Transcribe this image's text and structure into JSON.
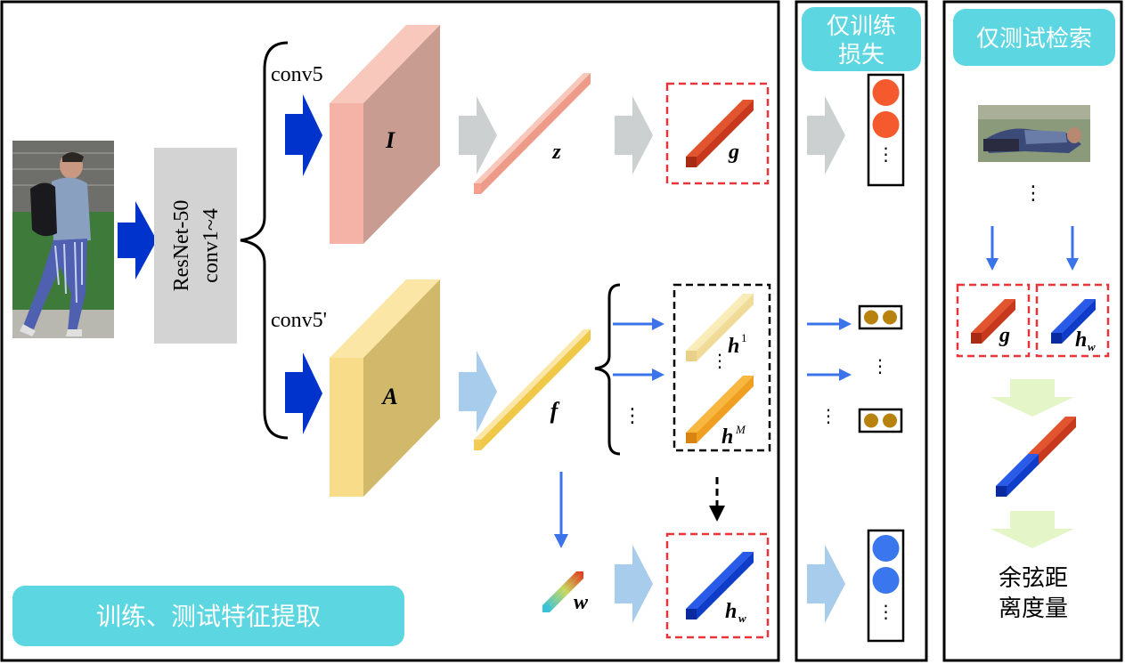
{
  "panels": {
    "extraction_label": "训练、测试特征提取",
    "loss_label_line1": "仅训练",
    "loss_label_line2": "损失",
    "retrieval_label": "仅测试检索"
  },
  "backbone": {
    "line1": "ResNet-50",
    "line2": "conv1~4"
  },
  "branches": {
    "top": "conv5",
    "bottom": "conv5'"
  },
  "tensors": {
    "global_map": "I",
    "attention_map": "A"
  },
  "vectors": {
    "z": "z",
    "f": "f",
    "g": "g",
    "h1_base": "h",
    "h1_sup": "1",
    "hM_base": "h",
    "hM_sup": "M",
    "w": "w",
    "hw_base": "h",
    "hw_sub": "w"
  },
  "retrieval": {
    "g": "g",
    "hw_base": "h",
    "hw_sub": "w",
    "metric_line1": "余弦距",
    "metric_line2": "离度量"
  },
  "ellipsis": "⋮",
  "colors": {
    "panel_label_bg": "#5cd6e0",
    "dark_blue": "#0033cc",
    "light_blue_arrow": "#a8cdec",
    "gray_arrow": "#cdd0d0",
    "pink_map": "#f5b2a6",
    "pink_map_face": "#c89c90",
    "yellow_map": "#f9dc8a",
    "yellow_map_face": "#d2b86a",
    "red_vec": "#c8381c",
    "orange_vec": "#f0a020",
    "red_dashed": "#e8343a",
    "blue_line": "#3a74e8",
    "red_dot": "#f55a2e",
    "blue_dot": "#3a76ee",
    "gold_dot": "#b8820e",
    "green_arrow": "#e4f5c8"
  }
}
